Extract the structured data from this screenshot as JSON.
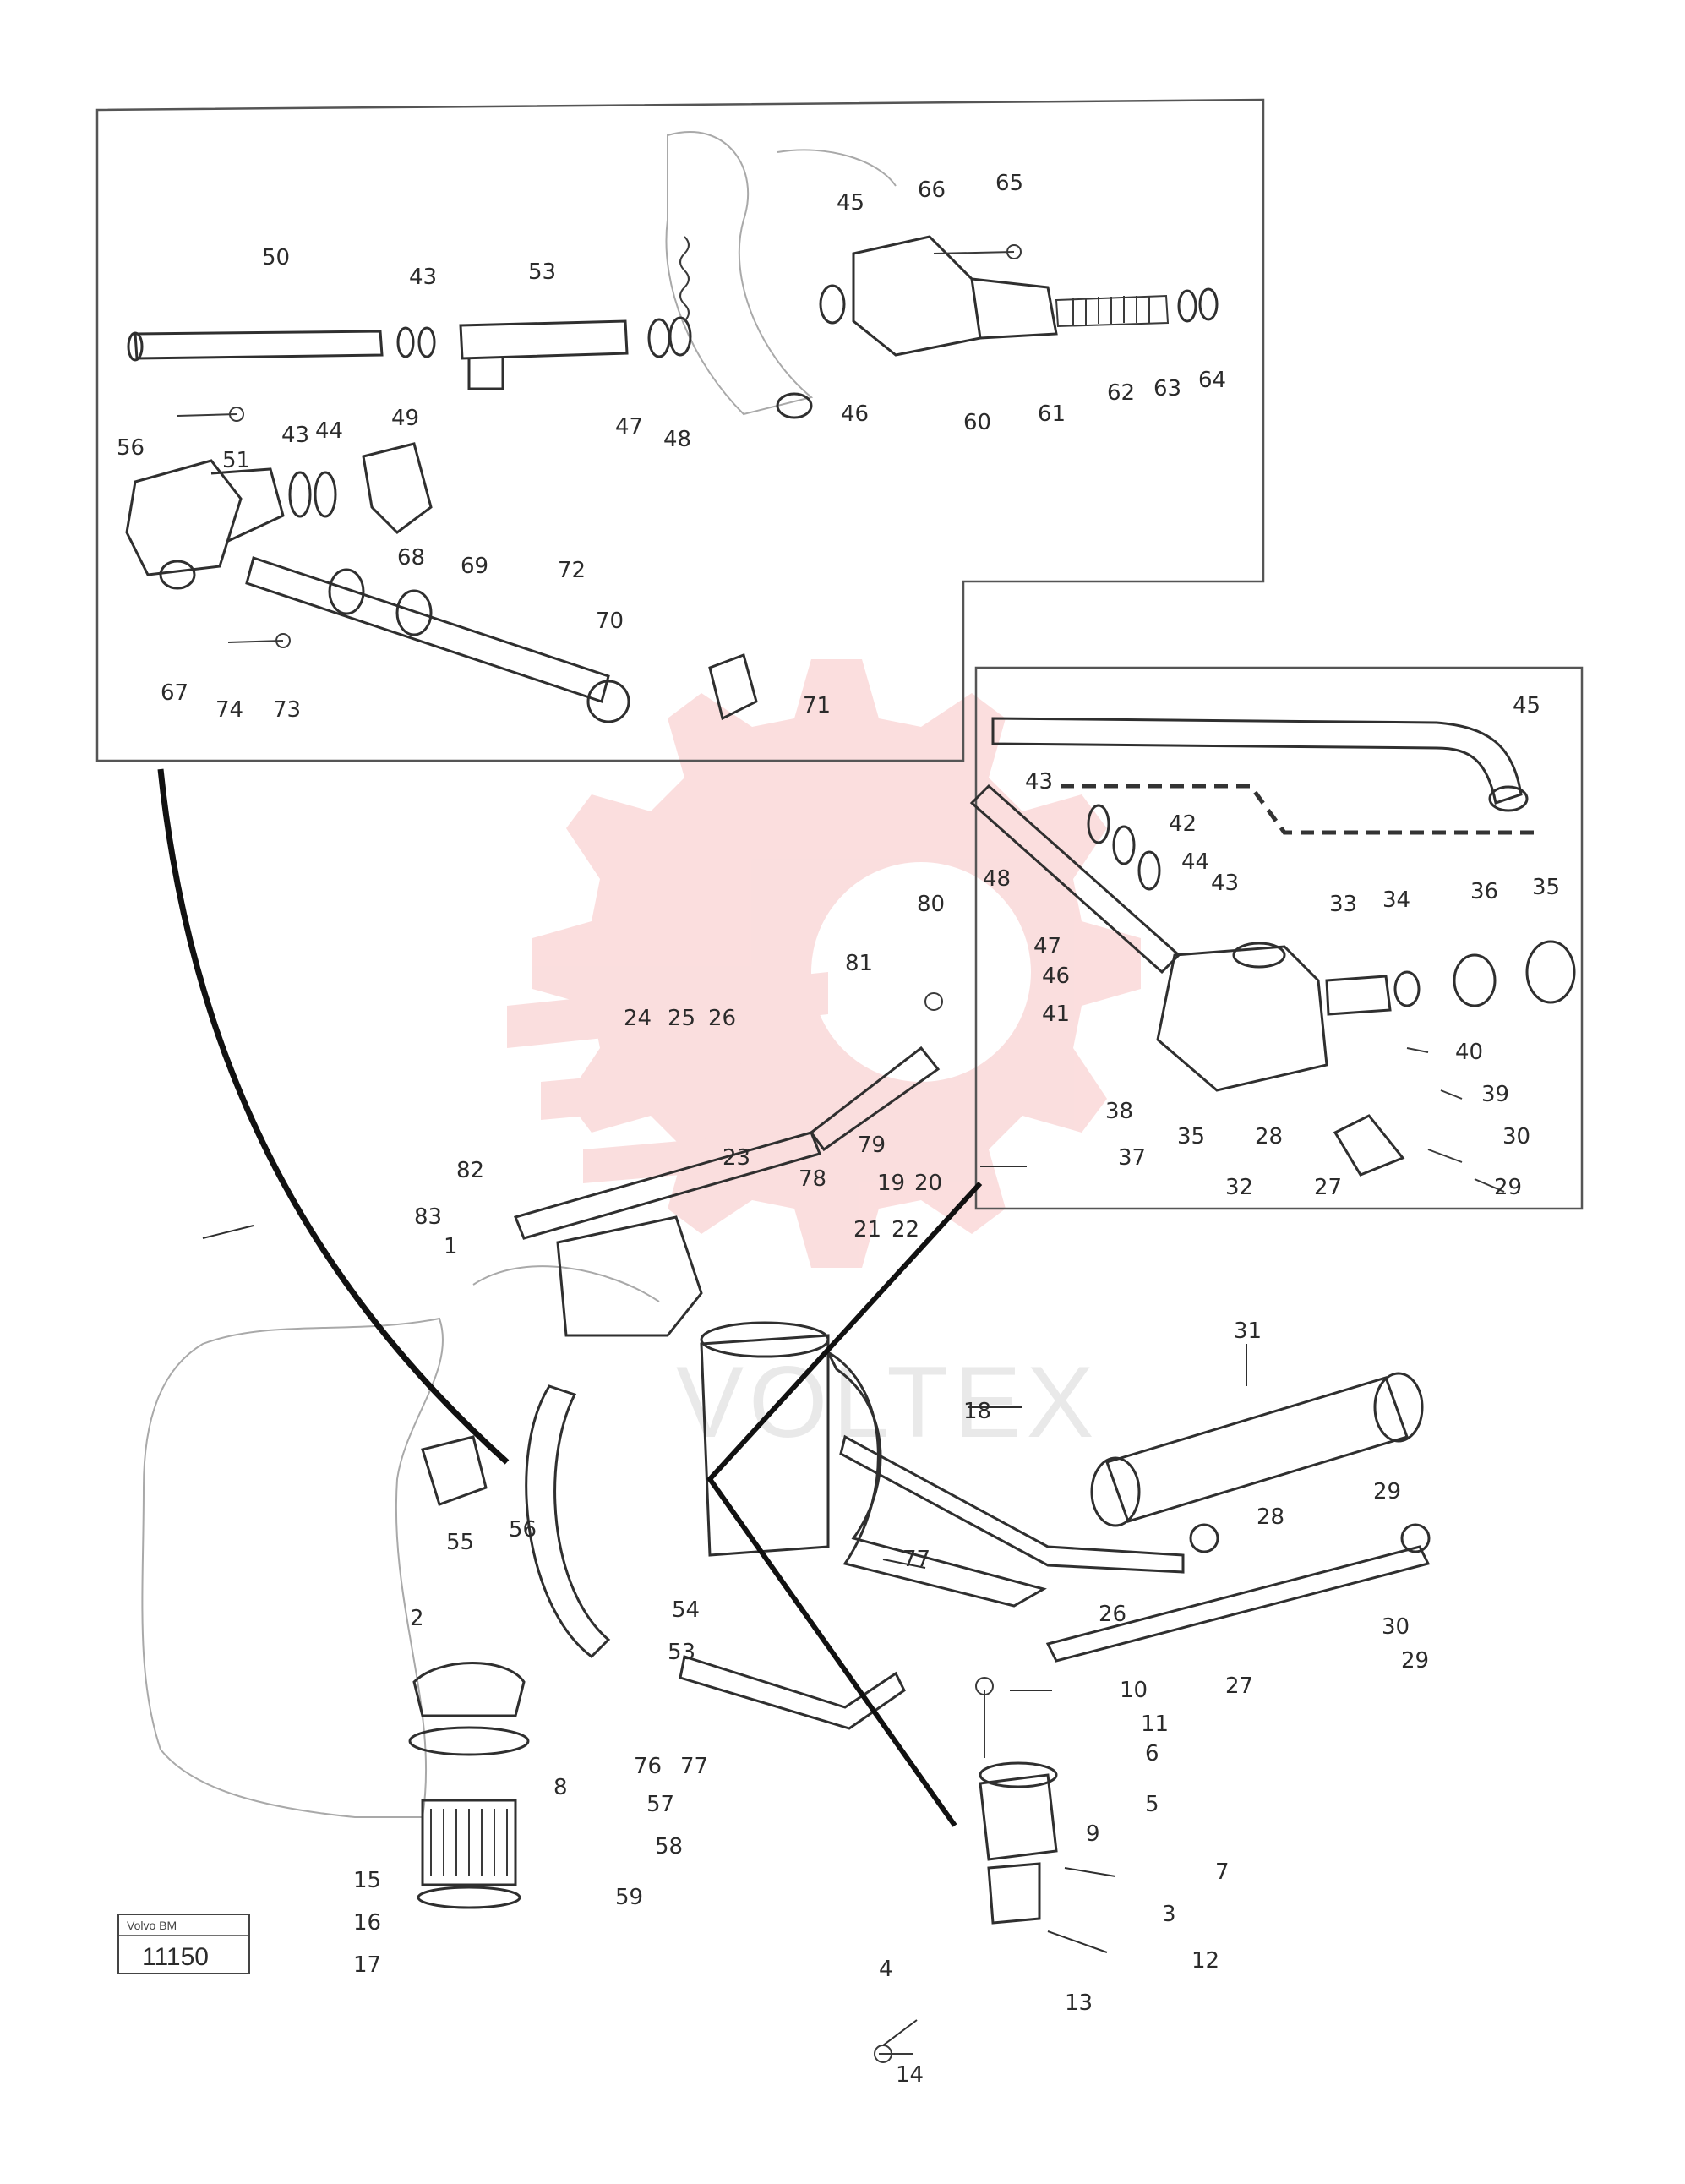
{
  "figure": {
    "drawing_number": "11150",
    "stamp_caption": "Volvo BM"
  },
  "watermark": {
    "text": "VOLTEX"
  },
  "colors": {
    "line": "#2f2f2f",
    "watermark": "#f08a8a",
    "background": "#ffffff"
  },
  "insets": {
    "upper_left": {
      "labels": [
        "50",
        "43",
        "53",
        "45",
        "66",
        "65",
        "56",
        "51",
        "43",
        "44",
        "49",
        "47",
        "48",
        "46",
        "60",
        "61",
        "62",
        "63",
        "64",
        "67",
        "74",
        "73",
        "68",
        "69",
        "72",
        "70",
        "71"
      ]
    },
    "right": {
      "labels": [
        "45",
        "43",
        "42",
        "44",
        "48",
        "43",
        "47",
        "46",
        "41",
        "33",
        "34",
        "36",
        "35",
        "40",
        "39",
        "38",
        "35",
        "28",
        "37",
        "30",
        "32",
        "27",
        "29"
      ]
    }
  },
  "main_view": {
    "labels": [
      "80",
      "81",
      "24",
      "25",
      "26",
      "82",
      "83",
      "23",
      "79",
      "78",
      "19",
      "20",
      "1",
      "21",
      "22",
      "31",
      "18",
      "28",
      "29",
      "55",
      "56",
      "2",
      "77",
      "54",
      "53",
      "26",
      "27",
      "30",
      "29",
      "76",
      "77",
      "57",
      "58",
      "59",
      "15",
      "16",
      "17",
      "10",
      "11",
      "6",
      "5",
      "9",
      "7",
      "3",
      "8",
      "12",
      "4",
      "13",
      "14"
    ]
  }
}
